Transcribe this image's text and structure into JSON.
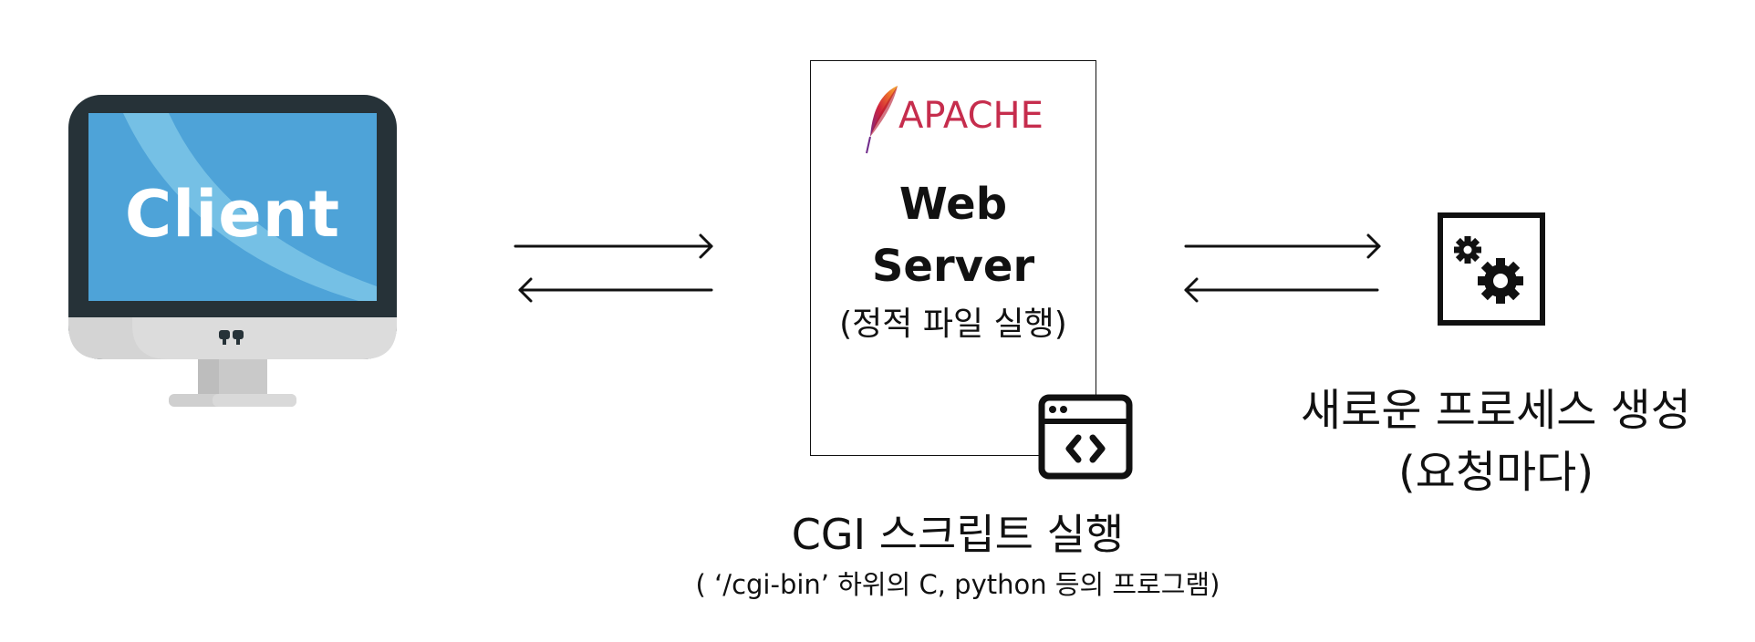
{
  "client": {
    "label": "Client"
  },
  "server": {
    "brand": "APACHE",
    "title_line1": "Web",
    "title_line2": "Server",
    "subtitle": "(정적 파일 실행)"
  },
  "cgi": {
    "title": "CGI 스크립트 실행",
    "subtitle": "( ‘/cgi-bin’ 하위의 C, python 등의 프로그램)"
  },
  "process": {
    "title": "새로운 프로세스 생성",
    "subtitle": "(요청마다)"
  },
  "icons": {
    "monitor": "desktop-monitor-icon",
    "feather": "apache-feather-icon",
    "code_window": "code-window-icon",
    "gear": "gears-icon"
  },
  "colors": {
    "screen": "#4ea3d8",
    "bezel": "#263238",
    "stand": "#cfcfcf",
    "apache": "#c62d4d",
    "line": "#111111"
  }
}
